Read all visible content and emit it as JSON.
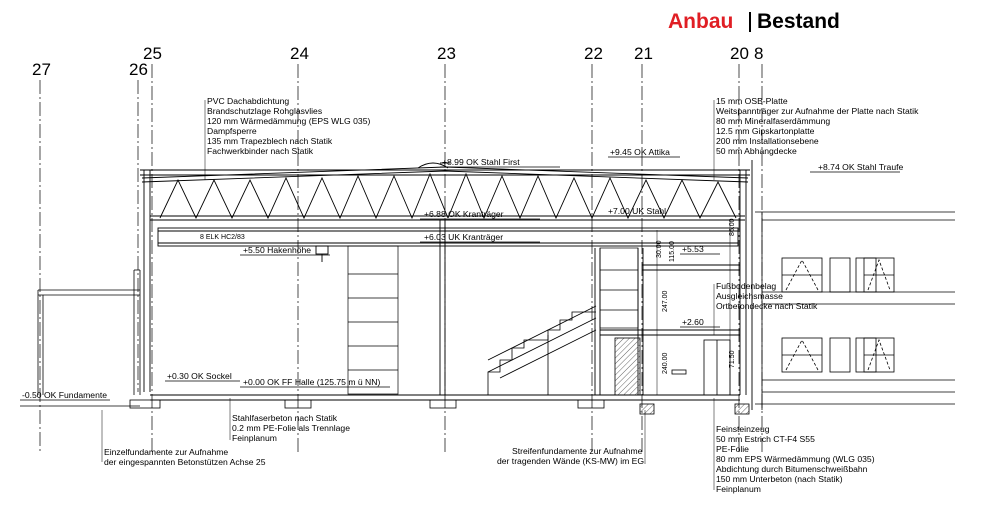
{
  "header": {
    "anbau": "Anbau",
    "bestand": "Bestand"
  },
  "axes": [
    "27",
    "26",
    "25",
    "24",
    "23",
    "22",
    "21",
    "20",
    "8"
  ],
  "levels": {
    "first": "+8.99 OK Stahl First",
    "attika": "+9.45 OK Attika",
    "traufe": "+8.74 OK Stahl Traufe",
    "kran_ok": "+6.88 OK Kranträger",
    "uk_stahl": "+7.00 UK Stahl",
    "kran_uk": "+6.03 UK Kranträger",
    "haken": "+5.50 Hakenhöhe",
    "l553": "+5.53",
    "l260": "+2.60",
    "sockel": "+0.30 OK Sockel",
    "ff_halle": "+0.00 OK FF Halle (125.75 m ü NN)",
    "fundamente": "-0.50 OK Fundamente"
  },
  "notes": {
    "roof": [
      "PVC Dachabdichtung",
      "Brandschutzlage Rohglasvlies",
      "120 mm Wärmedämmung (EPS WLG 035)",
      "Dampfsperre",
      "135 mm Trapezblech nach Statik",
      "Fachwerkbinder nach Statik"
    ],
    "ceiling": [
      "15 mm OSB-Platte",
      "Weitspannträger zur Aufnahme der Platte nach Statik",
      "80 mm Mineralfaserdämmung",
      "12.5 mm Gipskartonplatte",
      "200 mm Installationsebene",
      "50 mm Abhangdecke"
    ],
    "floor_upper": [
      "Fußbodenbelag",
      "Ausgleichsmasse",
      "Ortbetondecke nach Statik"
    ],
    "slab": [
      "Stahlfaserbeton nach Statik",
      "0.2 mm PE-Folie als Trennlage",
      "Feinplanum"
    ],
    "single_found": [
      "Einzelfundamente zur Aufnahme",
      "der eingespannten Betonstützen Achse 25"
    ],
    "strip_found": [
      "Streifenfundamente zur Aufnahme",
      "der tragenden Wände (KS-MW) im EG"
    ],
    "floor_lower": [
      "Feinsteinzeug",
      "50 mm Estrich CT-F4 S55",
      "PE-Folie",
      "80 mm EPS Wärmedämmung (WLG 035)",
      "Abdichtung durch Bitumenschweißbahn",
      "150 mm Unterbeton (nach Statik)",
      "Feinplanum"
    ]
  },
  "dims": {
    "d3000": "30.00",
    "d11500": "115.00",
    "d8600": "86.00",
    "d24700": "247.00",
    "d24000": "240.00",
    "d7150": "71.50"
  },
  "crane_label": "8 ELK HC2/83"
}
